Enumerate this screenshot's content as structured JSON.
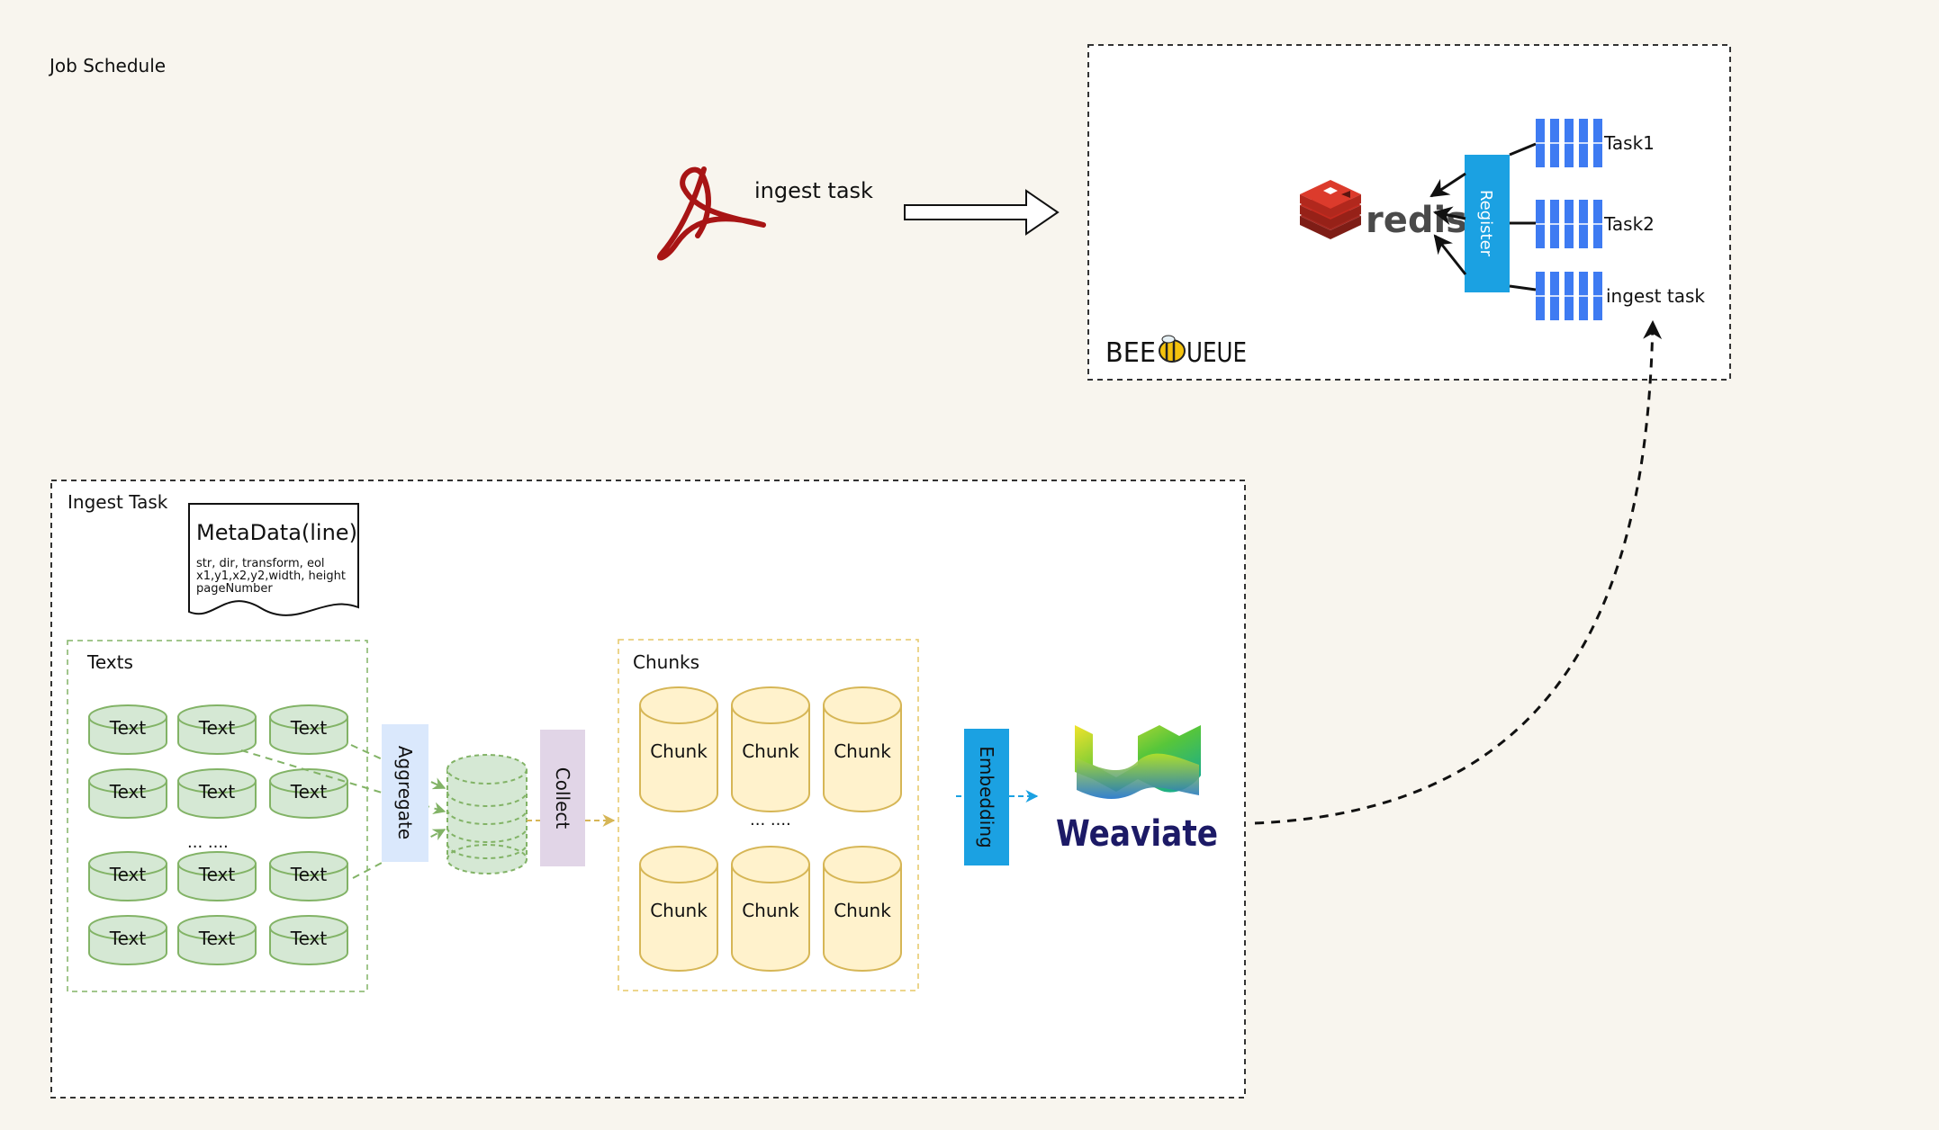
{
  "job_schedule_title": "Job Schedule",
  "ingest_task_label": "ingest task",
  "bee_queue": {
    "logo_text_left": "BEE",
    "logo_text_right": "UEUE",
    "redis_text": "redis",
    "register_label": "Register",
    "tasks": [
      "Task1",
      "Task2",
      "ingest task"
    ]
  },
  "ingest_task_group": {
    "title": "Ingest Task",
    "metadata": {
      "title": "MetaData(line)",
      "lines": [
        "str, dir, transform, eol",
        "x1,y1,x2,y2,width, height",
        "pageNumber"
      ]
    },
    "texts": {
      "title": "Texts",
      "item_label": "Text",
      "ellipsis": "... ...."
    },
    "aggregate_label": "Aggregate",
    "collect_label": "Collect",
    "chunks": {
      "title": "Chunks",
      "item_label": "Chunk",
      "ellipsis": "... ...."
    },
    "embedding_label": "Embedding",
    "weaviate_text": "Weaviate"
  },
  "colors": {
    "background": "#f8f5ee",
    "text_green_fill": "#d5e8d4",
    "text_green_stroke": "#82b366",
    "chunk_fill": "#fff2cc",
    "chunk_stroke": "#d6b656",
    "aggregate_fill": "#dae8fc",
    "collect_fill": "#e1d5e7",
    "accent_blue": "#1ba1e2",
    "task_bar_blue": "#3e7bf2",
    "redis_red": "#d82c20",
    "weaviate_navy": "#1c1a66"
  }
}
